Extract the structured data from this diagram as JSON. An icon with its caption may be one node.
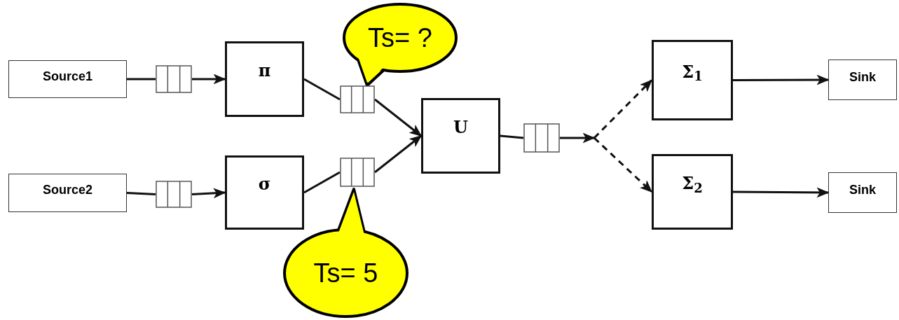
{
  "diagram": {
    "nodes": [
      {
        "text": [
          "Source1"
        ]
      },
      {
        "text": [],
        "shape": "queue"
      },
      {
        "text": [
          "π"
        ]
      },
      {
        "text": [
          "Ts= ?"
        ]
      },
      {
        "text": [],
        "shape": "queue"
      },
      {
        "text": [
          "Source2"
        ]
      },
      {
        "text": [],
        "shape": "queue"
      },
      {
        "text": [
          "σ"
        ]
      },
      {
        "text": [],
        "shape": "queue"
      },
      {
        "text": [
          "Ts= 5"
        ]
      },
      {
        "text": [
          "U"
        ]
      },
      {
        "text": [],
        "shape": "queue"
      },
      {
        "text": [
          "Σ$_{1}$"
        ]
      },
      {
        "text": [
          "Sink"
        ]
      },
      {
        "text": [
          "Σ$_{2}$"
        ]
      },
      {
        "text": [
          "Sink"
        ]
      }
    ],
    "edges": [
      {
        "from": 0,
        "to": 1,
        "arrow": "none"
      },
      {
        "from": 1,
        "to": 2,
        "arrow": "to"
      },
      {
        "from": 2,
        "to": 4,
        "arrow": "none"
      },
      {
        "from": 4,
        "to": 10,
        "arrow": "to"
      },
      {
        "from": 5,
        "to": 6,
        "arrow": "none"
      },
      {
        "from": 6,
        "to": 7,
        "arrow": "to"
      },
      {
        "from": 7,
        "to": 8,
        "arrow": "none"
      },
      {
        "from": 8,
        "to": 10,
        "arrow": "to"
      },
      {
        "from": 10,
        "to": 11,
        "arrow": "none"
      },
      {
        "from": 11,
        "to": 12,
        "arrow": "to",
        "style": "dashed"
      },
      {
        "from": 11,
        "to": 14,
        "arrow": "to",
        "style": "dashed"
      },
      {
        "from": 12,
        "to": 13,
        "arrow": "to"
      },
      {
        "from": 14,
        "to": 15,
        "arrow": "to"
      }
    ]
  }
}
